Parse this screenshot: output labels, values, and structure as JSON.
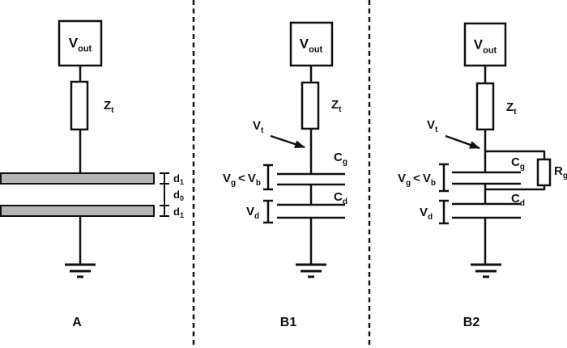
{
  "diagram": {
    "colors": {
      "stroke": "#111111",
      "plate_fill": "#b5b5b5",
      "background": "#ffffff"
    },
    "panels": [
      {
        "label": "A",
        "source": {
          "base": "V",
          "sub": "out"
        },
        "impedance": {
          "base": "Z",
          "sub": "t"
        },
        "dims": {
          "top": {
            "base": "d",
            "sub": "1"
          },
          "gap": {
            "base": "d",
            "sub": "0"
          },
          "bottom": {
            "base": "d",
            "sub": "1"
          }
        }
      },
      {
        "label": "B1",
        "source": {
          "base": "V",
          "sub": "out"
        },
        "impedance": {
          "base": "Z",
          "sub": "t"
        },
        "node": {
          "base": "V",
          "sub": "t"
        },
        "cap_g": {
          "base": "C",
          "sub": "g"
        },
        "cap_d": {
          "base": "C",
          "sub": "d"
        },
        "gate_condition": {
          "v1": "V",
          "s1": "g",
          "op": "<",
          "v2": "V",
          "s2": "b"
        },
        "drain": {
          "base": "V",
          "sub": "d"
        }
      },
      {
        "label": "B2",
        "source": {
          "base": "V",
          "sub": "out"
        },
        "impedance": {
          "base": "Z",
          "sub": "t"
        },
        "node": {
          "base": "V",
          "sub": "t"
        },
        "cap_g": {
          "base": "C",
          "sub": "g"
        },
        "cap_d": {
          "base": "C",
          "sub": "d"
        },
        "resistor": {
          "base": "R",
          "sub": "g"
        },
        "gate_condition": {
          "v1": "V",
          "s1": "g",
          "op": "<",
          "v2": "V",
          "s2": "b"
        },
        "drain": {
          "base": "V",
          "sub": "d"
        }
      }
    ]
  }
}
